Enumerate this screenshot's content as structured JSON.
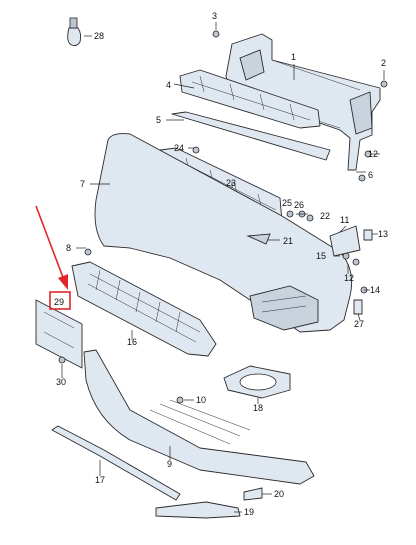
{
  "labels": {
    "l1": "1",
    "l2": "2",
    "l3": "3",
    "l4": "4",
    "l5": "5",
    "l6": "6",
    "l7": "7",
    "l8": "8",
    "l9": "9",
    "l10": "10",
    "l11": "11",
    "l12": "12",
    "l13": "13",
    "l14": "14",
    "l15": "15",
    "l16": "16",
    "l17": "17",
    "l18": "18",
    "l19": "19",
    "l20": "20",
    "l21": "21",
    "l22": "22",
    "l23": "23",
    "l24": "24",
    "l25": "25",
    "l26": "26",
    "l27": "27",
    "l28": "28",
    "l29": "29",
    "l30": "30"
  },
  "highlight": {
    "part": "29",
    "color": "#e3262a"
  },
  "colors": {
    "part_fill": "#dfe7f0",
    "outline": "#2b2b2b",
    "highlight": "#e3262a"
  }
}
